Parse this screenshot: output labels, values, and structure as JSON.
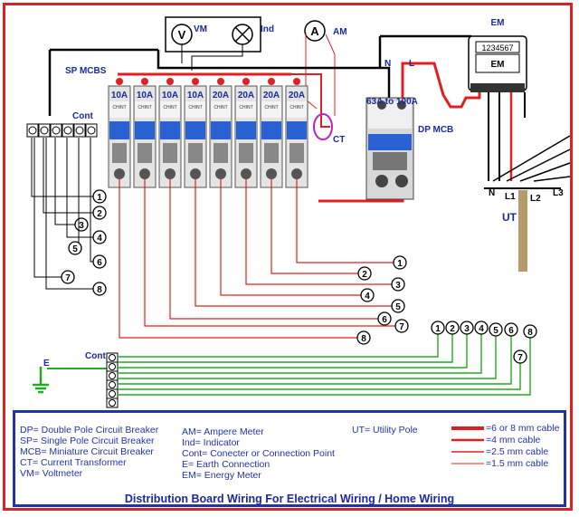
{
  "labels": {
    "vm": "VM",
    "ind": "Ind",
    "am": "AM",
    "em": "EM",
    "meter_display": "1234567",
    "sp_mcbs": "SP MCBS",
    "cont_top": "Cont",
    "cont_bottom": "Cont",
    "n": "N",
    "l": "L",
    "ct": "CT",
    "dp_mcb": "DP MCB",
    "dp_rating": "63A to 100A",
    "ut": "UT",
    "e": "E",
    "pole_n": "N",
    "pole_l1": "L1",
    "pole_l2": "L2",
    "pole_l3": "L3",
    "v_symbol": "V",
    "a_symbol": "A",
    "brand": "CHINT"
  },
  "mcb_ratings": [
    "10A",
    "10A",
    "10A",
    "10A",
    "20A",
    "20A",
    "20A",
    "20A"
  ],
  "circuit_numbers": [
    "1",
    "2",
    "3",
    "4",
    "5",
    "6",
    "7",
    "8"
  ],
  "legend": {
    "col1": [
      "DP= Double Pole Circuit Breaker",
      "SP= Single Pole Circuit Breaker",
      "MCB= Miniature Circuit Breaker",
      "CT= Current Transformer",
      "VM= Voltmeter"
    ],
    "col2": [
      "AM= Ampere Meter",
      "Ind= Indicator",
      "Cont= Conecter or Connection Point",
      "E= Earth Connection",
      "EM= Energy Meter"
    ],
    "col3": [
      "UT= Utility Pole"
    ],
    "cables": [
      "=6 or 8 mm cable",
      "=4 mm cable",
      "=2.5 mm cable",
      "=1.5 mm cable"
    ]
  },
  "caption": "Distribution Board Wiring For Electrical Wiring / Home Wiring",
  "colors": {
    "border": "#e02020",
    "legend_border": "#2233aa",
    "text": "#1a2a99",
    "earth": "#22aa22",
    "mcb_blue": "#2a62d4",
    "live": "#e02020"
  }
}
